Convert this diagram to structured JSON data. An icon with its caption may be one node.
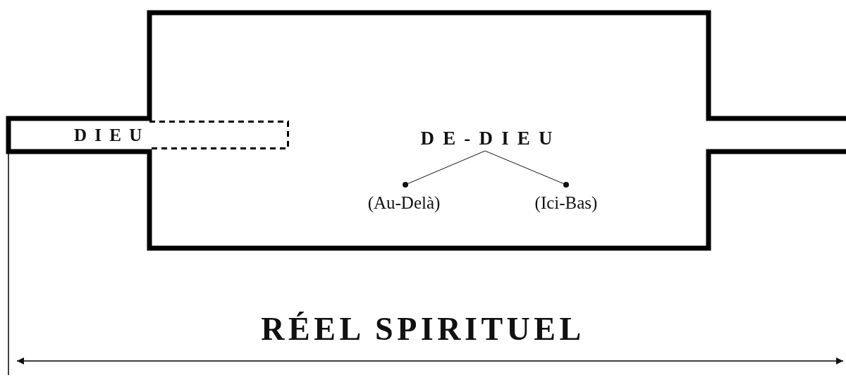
{
  "diagram": {
    "nodes": [
      {
        "text": [
          "DIEU"
        ]
      },
      {
        "text": [
          "DE-DIEU"
        ]
      },
      {
        "text": [
          "(Au-Delà)"
        ]
      },
      {
        "text": [
          "(Ici-Bas)"
        ]
      }
    ],
    "edges": [
      {
        "from": 1,
        "to": 2,
        "arrow": "other"
      },
      {
        "from": 1,
        "to": 3,
        "arrow": "other"
      }
    ],
    "labels": [
      "RÉEL SPIRITUEL"
    ]
  }
}
